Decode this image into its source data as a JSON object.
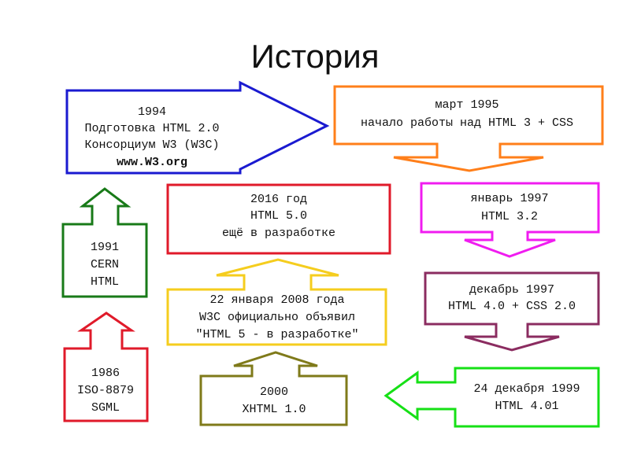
{
  "title": "История",
  "colors": {
    "blue": "#1a1ad0",
    "orange": "#ff7f1a",
    "magenta": "#f01cf0",
    "purple": "#8b2c60",
    "green": "#16e016",
    "olive": "#7f7a1a",
    "yellow": "#f5cd1e",
    "red": "#e01a2a",
    "dark_green": "#187a18",
    "link": "#1a1ad0"
  },
  "nodes": {
    "n1994": {
      "lines": [
        "1994",
        "Подготовка HTML 2.0",
        "Консорциум W3 (W3C)"
      ],
      "link": "www.W3.org"
    },
    "n1995": {
      "lines": [
        "март 1995",
        "начало работы над HTML 3 + CSS"
      ]
    },
    "n1997jan": {
      "lines": [
        "январь 1997",
        "HTML 3.2"
      ]
    },
    "n1997dec": {
      "lines": [
        "декабрь 1997",
        "HTML 4.0 + CSS 2.0"
      ]
    },
    "n1999": {
      "lines": [
        "24 декабря 1999",
        "HTML 4.01"
      ]
    },
    "n2000": {
      "lines": [
        "2000",
        "XHTML 1.0"
      ]
    },
    "n2008": {
      "lines": [
        "22 января 2008 года",
        "W3C официально объявил",
        "\"HTML 5 - в разработке\""
      ]
    },
    "n2016": {
      "lines": [
        "2016 год",
        "HTML 5.0",
        "ещё в разработке"
      ]
    },
    "n1986": {
      "lines": [
        "1986",
        "ISO-8879",
        "SGML"
      ]
    },
    "n1991": {
      "lines": [
        "1991",
        "CERN",
        "HTML"
      ]
    }
  }
}
